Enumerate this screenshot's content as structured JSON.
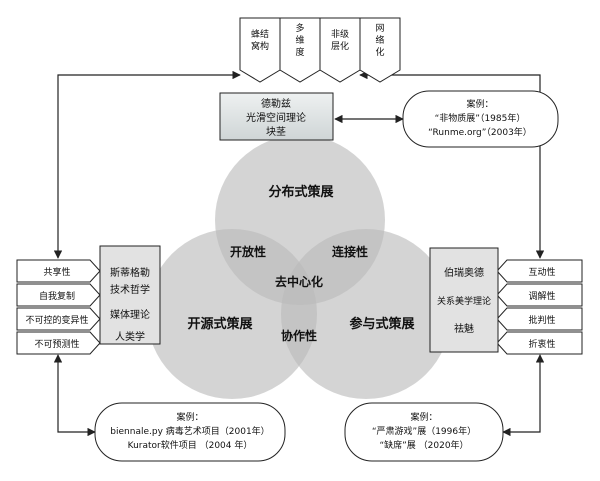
{
  "top_tags": [
    "蜂窝结构",
    "多维度",
    "非层级化",
    "网络化"
  ],
  "top_center": {
    "lines": [
      "德勒兹",
      "光滑空间理论",
      "块茎"
    ]
  },
  "top_case": {
    "lines": [
      "案例：",
      "“非物质展”（1985年）",
      "“Runme.org”（2003年）"
    ]
  },
  "venn": {
    "circle_top": "分布式策展",
    "circle_left": "开源式策展",
    "circle_right": "参与式策展",
    "overlap_top_left": "开放性",
    "overlap_top_right": "连接性",
    "overlap_bottom": "协作性",
    "center": "去中心化"
  },
  "left_tags": [
    "共享性",
    "自我复制",
    "不可控的变异性",
    "不可预测性"
  ],
  "left_theory": {
    "lines": [
      "斯蒂格勒",
      "技术哲学",
      "媒体理论",
      "人类学"
    ]
  },
  "left_case": {
    "lines": [
      "案例：",
      "biennale.py 病毒艺术项目（2001年）",
      "Kurator软件项目 （2004 年）"
    ]
  },
  "right_tags": [
    "互动性",
    "调解性",
    "批判性",
    "折衷性"
  ],
  "right_theory": {
    "lines": [
      "伯瑞奥德",
      "关系美学理论",
      "祛魅"
    ]
  },
  "right_case": {
    "lines": [
      "案例：",
      "“严肃游戏”展（1996年）",
      "“缺席”展 （2020年）"
    ]
  },
  "colors": {
    "circle_fill": "#b9b9b9",
    "center_box_fill": "#d9dfe0",
    "theory_box_fill": "#e2e2e2",
    "line": "#222222"
  }
}
